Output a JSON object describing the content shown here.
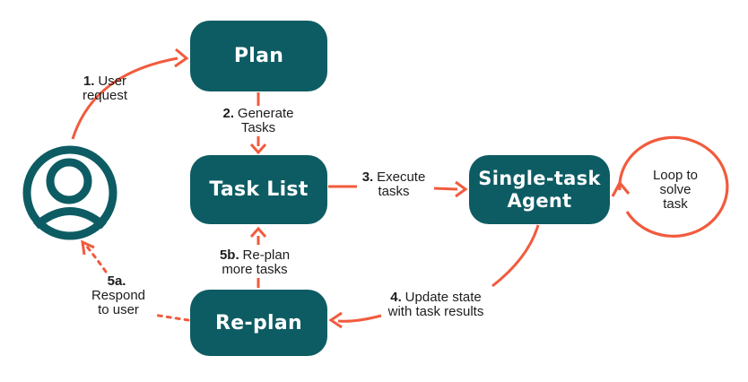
{
  "colors": {
    "teal": "#0D5C63",
    "orange": "#F15B3D",
    "ink": "#1D1D1F",
    "bg": "#FFFFFF"
  },
  "nodes": {
    "plan": {
      "label": "Plan"
    },
    "task_list": {
      "label": "Task List"
    },
    "agent": {
      "label_line1": "Single-task",
      "label_line2": "Agent"
    },
    "replan": {
      "label": "Re-plan"
    }
  },
  "labels": {
    "user_request": {
      "prefix": "1.",
      "line1": "User",
      "line2": "request"
    },
    "generate_tasks": {
      "prefix": "2.",
      "line1": "Generate",
      "line2": "Tasks"
    },
    "execute_tasks": {
      "prefix": "3.",
      "line1": "Execute",
      "line2": "tasks"
    },
    "update_state": {
      "prefix": "4.",
      "line1": "Update state",
      "line2": "with task results"
    },
    "replan_more_tasks": {
      "prefix": "5b.",
      "line1": "Re-plan",
      "line2": "more tasks"
    },
    "respond_to_user": {
      "prefix": "5a.",
      "line2": "Respond",
      "line3": "to user"
    },
    "loop": {
      "line1": "Loop to",
      "line2": "solve",
      "line3": "task"
    }
  },
  "icons": {
    "user": "user-circle-icon",
    "loop": "loop-arrow-icon"
  }
}
